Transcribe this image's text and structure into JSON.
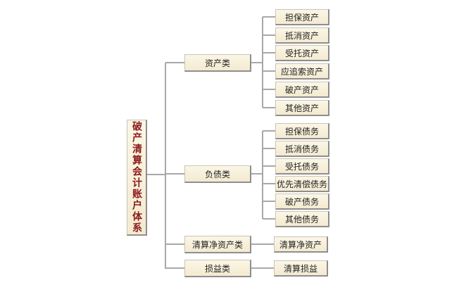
{
  "root": "破产清算会计账户体系",
  "categories": [
    {
      "label": "资产类",
      "children": [
        "担保资产",
        "抵消资产",
        "受托资产",
        "应追索资产",
        "破产资产",
        "其他资产"
      ]
    },
    {
      "label": "负债类",
      "children": [
        "担保债务",
        "抵消债务",
        "受托债务",
        "优先清偿债务",
        "破产债务",
        "其他债务"
      ]
    },
    {
      "label": "清算净资产类",
      "children": [
        "清算净资产"
      ]
    },
    {
      "label": "损益类",
      "children": [
        "清算损益"
      ]
    }
  ],
  "colors": {
    "box_fill": "#f6eed8",
    "root_text": "#8b1a1a",
    "line": "#a8a8a8"
  }
}
